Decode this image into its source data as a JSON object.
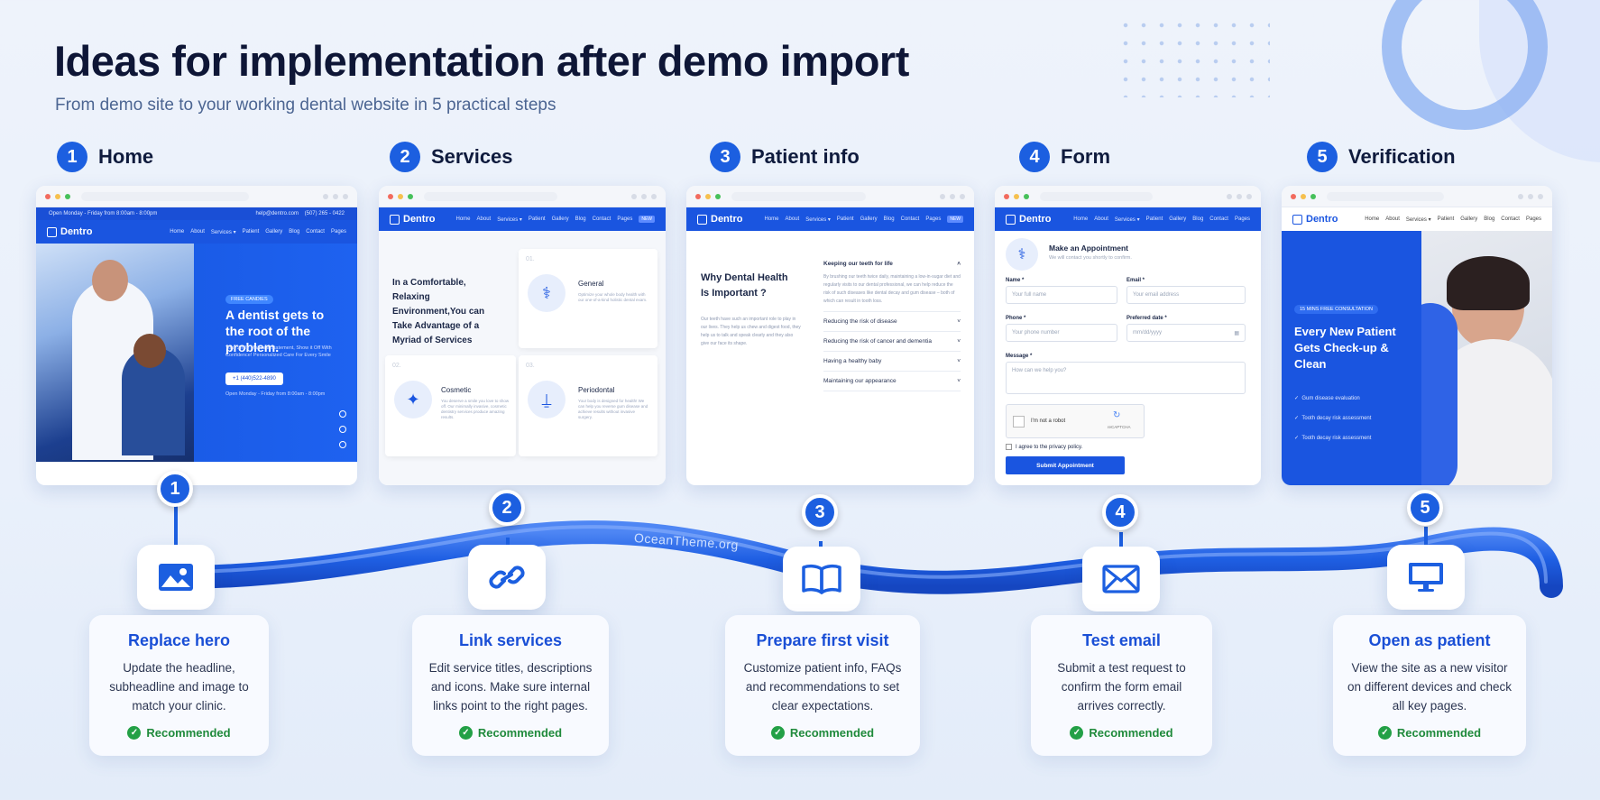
{
  "header": {
    "title": "Ideas for implementation after demo import",
    "subtitle": "From demo site to your working dental website in 5 practical steps"
  },
  "steps": [
    {
      "num": "1",
      "label": "Home",
      "card_title": "Replace hero",
      "card_text": "Update the headline, subheadline and image to match your clinic.",
      "status": "Recommended",
      "icon": "image-icon"
    },
    {
      "num": "2",
      "label": "Services",
      "card_title": "Link services",
      "card_text": "Edit service titles, descriptions and icons. Make sure internal links point to the right pages.",
      "status": "Recommended",
      "icon": "link-icon"
    },
    {
      "num": "3",
      "label": "Patient info",
      "card_title": "Prepare first visit",
      "card_text": "Customize patient info, FAQs and recommendations to set clear expectations.",
      "status": "Recommended",
      "icon": "book-icon"
    },
    {
      "num": "4",
      "label": "Form",
      "card_title": "Test email",
      "card_text": "Submit a test request to confirm the form email arrives correctly.",
      "status": "Recommended",
      "icon": "envelope-icon"
    },
    {
      "num": "5",
      "label": "Verification",
      "card_title": "Open as patient",
      "card_text": "View the site as a new visitor on different devices and check all key pages.",
      "status": "Recommended",
      "icon": "monitor-icon"
    }
  ],
  "watermark": "OceanTheme.org",
  "site": {
    "logo": "Dentro",
    "nav": [
      "Home",
      "About",
      "Services ▾",
      "Patient",
      "Gallery",
      "Blog",
      "Contact",
      "Pages"
    ],
    "nav_badge": "NEW",
    "topbar_left": "Open Monday - Friday from 8:00am - 8:00pm",
    "topbar_email": "help@dentro.com",
    "topbar_phone": "(507) 265 - 0422"
  },
  "home_mock": {
    "pill": "FREE CANDIES",
    "headline": "A dentist gets to the root of the problem.",
    "sub": "Your Smile Makes a Statement, Show it Off With Confidence! Personalized Care For Every Smile",
    "phone": "+1 (440)522-4890",
    "hours": "Open Monday - Friday from 8:00am - 8:00pm"
  },
  "services_mock": {
    "heading": "In a Comfortable, Relaxing Environment,You can Take Advantage of a Myriad of Services",
    "items": [
      {
        "no": "01.",
        "name": "General",
        "text": "Optimize your whole body health with our one-of-a-kind holistic dental exam."
      },
      {
        "no": "02.",
        "name": "Cosmetic",
        "text": "You deserve a smile you love to show off. Our minimally invasive, cosmetic dentistry services produce amazing results."
      },
      {
        "no": "03.",
        "name": "Periodontal",
        "text": "Your body is designed for health! We can help you reverse gum disease and achieve results without invasive surgery."
      }
    ]
  },
  "patient_mock": {
    "heading": "Why Dental Health Is Important ?",
    "text": "Our teeth have such an important role to play in our lives. They help us chew and digest food, they help us to talk and speak clearly and they also give our face its shape.",
    "open_item": "Keeping our teeth for life",
    "open_text": "By brushing our teeth twice daily, maintaining a low-in-sugar diet and regularly visits to our dental professional, we can help reduce the risk of such diseases like dental decay and gum disease – both of which can result in tooth loss.",
    "items": [
      "Reducing the risk of disease",
      "Reducing the risk of cancer and dementia",
      "Having a healthy baby",
      "Maintaining our appearance"
    ]
  },
  "form_mock": {
    "title": "Make an Appointment",
    "subtitle": "We will contact you shortly to confirm.",
    "name_label": "Name *",
    "name_ph": "Your full name",
    "email_label": "Email *",
    "email_ph": "Your email address",
    "phone_label": "Phone *",
    "phone_ph": "Your phone number",
    "date_label": "Preferred date *",
    "date_ph": "mm/dd/yyyy",
    "message_label": "Message *",
    "message_ph": "How can we help you?",
    "captcha": "I'm not a robot",
    "captcha_brand": "reCAPTCHA",
    "agree": "I agree to the privacy policy.",
    "submit": "Submit Appointment"
  },
  "verify_mock": {
    "pill": "15 MINS FREE CONSULTATION",
    "headline": "Every New Patient Gets Check-up & Clean",
    "checks": [
      "Gum disease evaluation",
      "Tooth decay risk assessment",
      "Tooth decay risk assessment"
    ]
  },
  "colors": {
    "accent": "#1c5fe0",
    "success": "#23a046",
    "title": "#0e1636"
  }
}
